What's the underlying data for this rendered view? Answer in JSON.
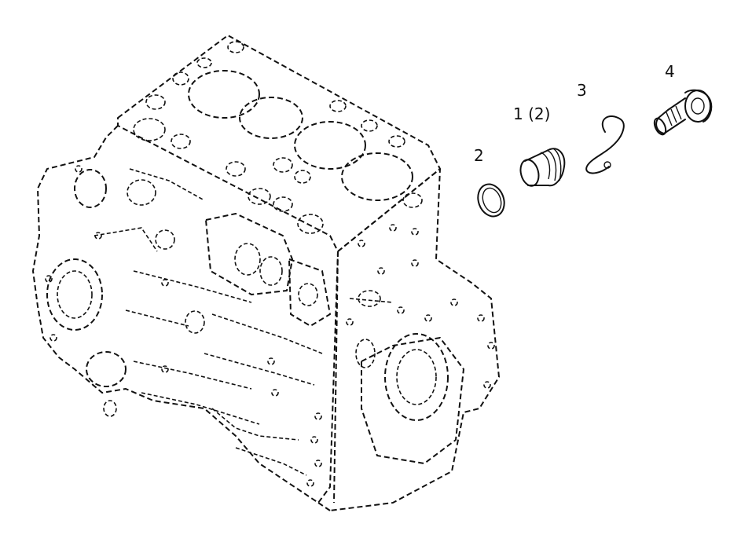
{
  "callouts": {
    "part_1": "1 (2)",
    "part_2": "2",
    "part_3": "3",
    "part_4": "4"
  },
  "colors": {
    "line": "#111111",
    "background": "#ffffff"
  }
}
